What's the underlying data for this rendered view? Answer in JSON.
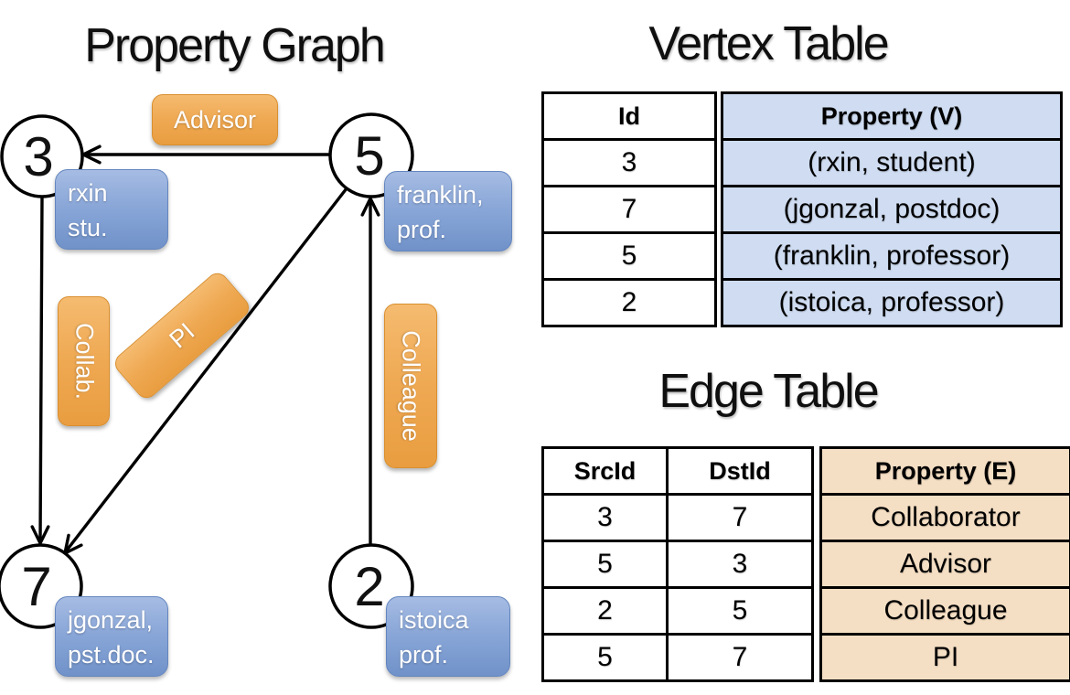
{
  "slide": {
    "graph_title": "Property Graph",
    "vertex_table_title": "Vertex Table",
    "edge_table_title": "Edge Table"
  },
  "graph": {
    "nodes": {
      "n3": {
        "id": "3",
        "line1": "rxin",
        "line2": "stu."
      },
      "n5": {
        "id": "5",
        "line1": "franklin,",
        "line2": "prof."
      },
      "n7": {
        "id": "7",
        "line1": "jgonzal,",
        "line2": "pst.doc."
      },
      "n2": {
        "id": "2",
        "line1": "istoica",
        "line2": "prof."
      }
    },
    "edge_labels": {
      "advisor": "Advisor",
      "collab": "Collab.",
      "pi": "PI",
      "colleague": "Colleague"
    }
  },
  "vertex_table": {
    "headers": {
      "id": "Id",
      "property": "Property (V)"
    },
    "rows": [
      {
        "id": "3",
        "property": "(rxin, student)"
      },
      {
        "id": "7",
        "property": "(jgonzal, postdoc)"
      },
      {
        "id": "5",
        "property": "(franklin, professor)"
      },
      {
        "id": "2",
        "property": "(istoica, professor)"
      }
    ]
  },
  "edge_table": {
    "headers": {
      "src": "SrcId",
      "dst": "DstId",
      "property": "Property (E)"
    },
    "rows": [
      {
        "src": "3",
        "dst": "7",
        "property": "Collaborator"
      },
      {
        "src": "5",
        "dst": "3",
        "property": "Advisor"
      },
      {
        "src": "2",
        "dst": "5",
        "property": "Colleague"
      },
      {
        "src": "5",
        "dst": "7",
        "property": "PI"
      }
    ]
  },
  "colors": {
    "vertex_cell_bg": "#cfdcf1",
    "edge_cell_bg": "#f5dfc4",
    "node_box_blue_top": "#a6bce3",
    "node_box_blue_bottom": "#7092c9",
    "edge_label_orange_top": "#f5bb70",
    "edge_label_orange_bottom": "#e99d40",
    "line": "#000000"
  }
}
